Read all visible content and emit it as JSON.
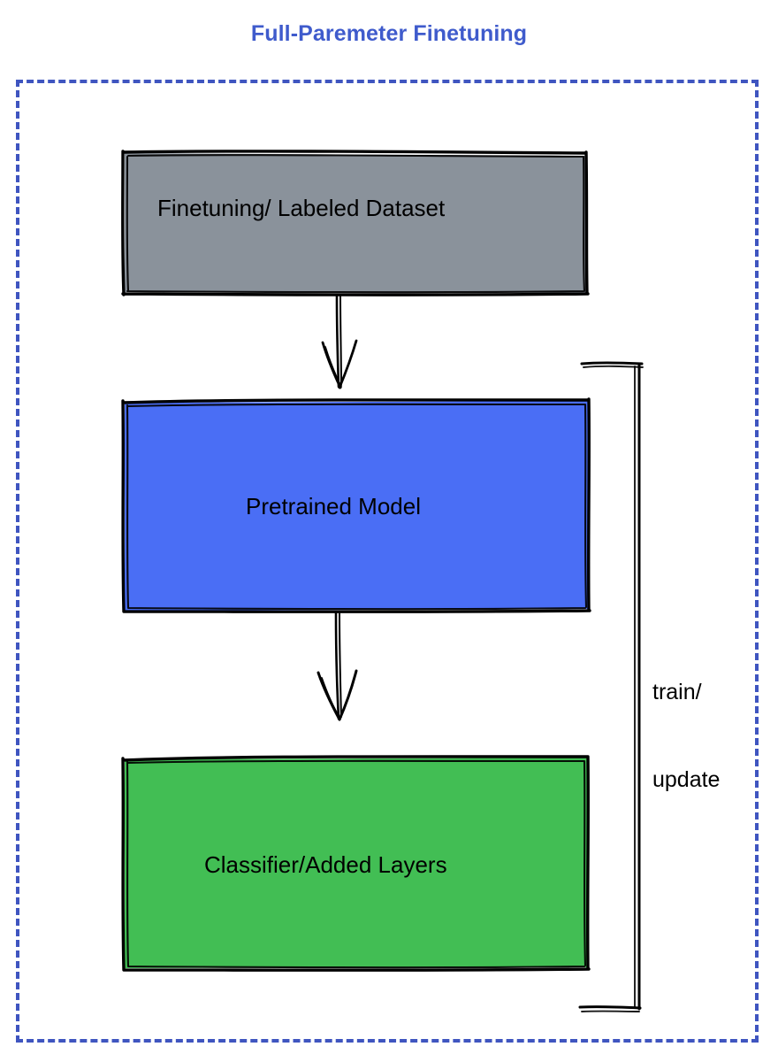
{
  "title": "Full-Paremeter Finetuning",
  "theme": {
    "title_color": "#3f5bcc",
    "frame_color": "#3f55c0",
    "background": "#ffffff",
    "stroke_color": "#000000",
    "dataset_fill": "#8a929b",
    "model_fill": "#4a6ef5",
    "classifier_fill": "#42be54",
    "label_color": "#000000"
  },
  "nodes": {
    "dataset": {
      "label": "Finetuning/ Labeled Dataset",
      "fill": "#8a929b"
    },
    "model": {
      "label": "Pretrained Model",
      "fill": "#4a6ef5"
    },
    "classifier": {
      "label": "Classifier/Added Layers",
      "fill": "#42be54"
    }
  },
  "edges": {
    "dataset_to_model": {
      "label": "",
      "style": "arrow-down"
    },
    "model_to_classifier": {
      "label": "",
      "style": "arrow-down"
    },
    "feedback_loop": {
      "label_line1": "train/",
      "label_line2": "update",
      "style": "bracket-right"
    }
  },
  "frame": {
    "style": "dashed",
    "label": ""
  }
}
